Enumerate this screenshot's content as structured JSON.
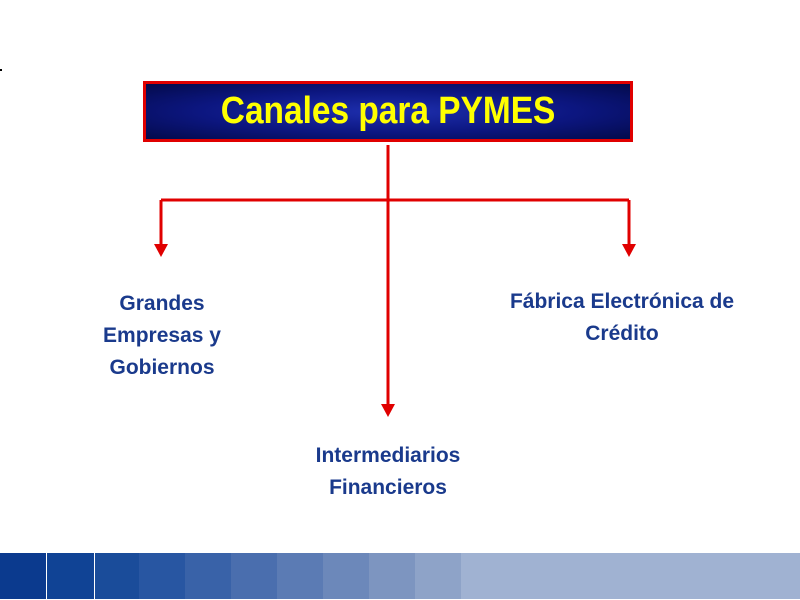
{
  "diagram": {
    "title": "Canales para PYMES",
    "nodes": {
      "left": {
        "lines": [
          "Grandes",
          "Empresas y",
          "Gobiernos"
        ]
      },
      "center": {
        "lines": [
          "Intermediarios",
          "Financieros"
        ]
      },
      "right": {
        "lines": [
          "Fábrica Electrónica de",
          "Crédito"
        ]
      }
    }
  },
  "colors": {
    "connector": "#e00000",
    "title_text": "#ffff00",
    "title_bg": "#0c1680",
    "label_text": "#1a3a8c",
    "footer_gradient": [
      "#0b3a8e",
      "#104395",
      "#1a4c9a",
      "#2856a2",
      "#3962a8",
      "#4a6eae",
      "#5b7bb4",
      "#6c88ba",
      "#7d95c0",
      "#8ea3c8",
      "#a0b2d2"
    ]
  }
}
